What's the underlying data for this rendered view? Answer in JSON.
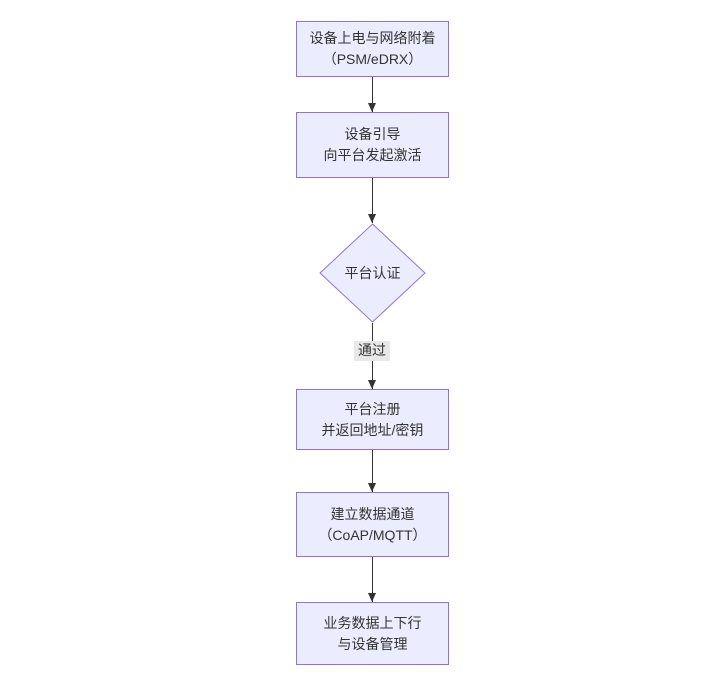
{
  "diagram": {
    "type": "flowchart",
    "direction": "top-down",
    "nodes": [
      {
        "id": "n1",
        "shape": "rect",
        "line1": "设备上电与网络附着",
        "line2": "（PSM/eDRX）"
      },
      {
        "id": "n2",
        "shape": "rect",
        "line1": "设备引导",
        "line2": "向平台发起激活"
      },
      {
        "id": "n3",
        "shape": "diamond",
        "line1": "平台认证",
        "line2": ""
      },
      {
        "id": "n4",
        "shape": "rect",
        "line1": "平台注册",
        "line2": "并返回地址/密钥"
      },
      {
        "id": "n5",
        "shape": "rect",
        "line1": "建立数据通道",
        "line2": "（CoAP/MQTT）"
      },
      {
        "id": "n6",
        "shape": "rect",
        "line1": "业务数据上下行",
        "line2": "与设备管理"
      }
    ],
    "edges": [
      {
        "from": "n1",
        "to": "n2",
        "label": ""
      },
      {
        "from": "n2",
        "to": "n3",
        "label": ""
      },
      {
        "from": "n3",
        "to": "n4",
        "label": "通过"
      },
      {
        "from": "n4",
        "to": "n5",
        "label": ""
      },
      {
        "from": "n5",
        "to": "n6",
        "label": ""
      }
    ],
    "colors": {
      "node_fill": "#ECECFF",
      "node_border": "#9370DB",
      "arrow": "#333333",
      "edge_label_bg": "#e8e8e8",
      "text": "#333333"
    }
  }
}
